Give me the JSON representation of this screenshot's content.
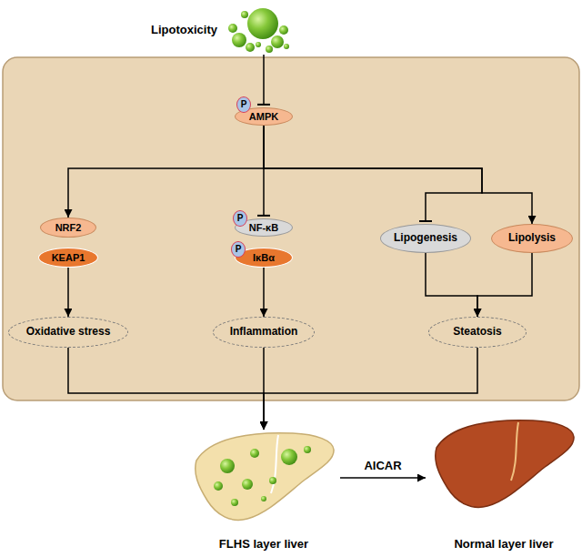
{
  "diagram": {
    "nodes": [
      {
        "text": [
          "Lipotoxicity"
        ]
      },
      {
        "text": [
          "AMPK"
        ]
      },
      {
        "text": [
          "P"
        ]
      },
      {
        "text": [
          "NRF2"
        ]
      },
      {
        "text": [
          "KEAP1"
        ]
      },
      {
        "text": [
          "NF-κB"
        ]
      },
      {
        "text": [
          "P"
        ]
      },
      {
        "text": [
          "IκBα"
        ]
      },
      {
        "text": [
          "P"
        ]
      },
      {
        "text": [
          "Lipogenesis"
        ]
      },
      {
        "text": [
          "Lipolysis"
        ]
      },
      {
        "text": [
          "Oxidative stress"
        ]
      },
      {
        "text": [
          "Inflammation"
        ]
      },
      {
        "text": [
          "Steatosis"
        ]
      },
      {
        "text": [
          "FLHS layer liver"
        ]
      },
      {
        "text": [
          "Normal layer liver"
        ]
      }
    ],
    "edges": [
      {
        "from": 0,
        "to": 1,
        "arrow": "to"
      },
      {
        "from": 1,
        "to": 3,
        "arrow": "to"
      },
      {
        "from": 1,
        "to": 5,
        "arrow": "to"
      },
      {
        "from": 1,
        "to": 9,
        "arrow": "to"
      },
      {
        "from": 1,
        "to": 10,
        "arrow": "to"
      },
      {
        "from": 4,
        "to": 11,
        "arrow": "to"
      },
      {
        "from": 7,
        "to": 12,
        "arrow": "to"
      },
      {
        "from": 9,
        "to": 13,
        "arrow": "to"
      },
      {
        "from": 10,
        "to": 13,
        "arrow": "to"
      },
      {
        "from": 11,
        "to": 14,
        "arrow": "to"
      },
      {
        "from": 12,
        "to": 14,
        "arrow": "to"
      },
      {
        "from": 13,
        "to": 14,
        "arrow": "to"
      },
      {
        "from": 14,
        "to": 15,
        "label": "AICAR",
        "arrow": "to"
      }
    ]
  }
}
